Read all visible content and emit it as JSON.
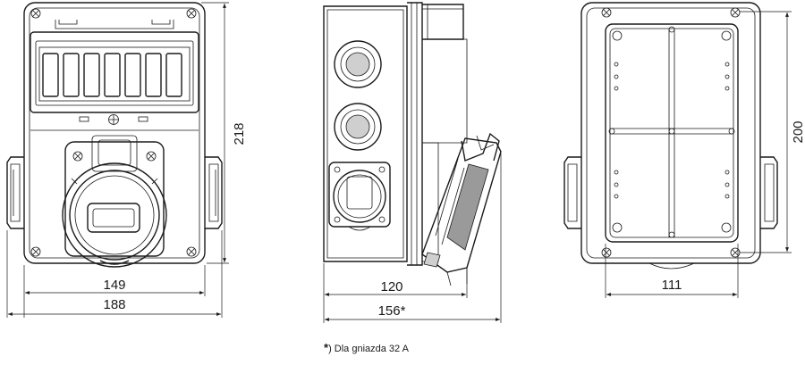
{
  "dimensions": {
    "front_height": "218",
    "front_inner_width": "149",
    "front_total_width": "188",
    "side_depth": "120",
    "side_total_depth": "156*",
    "rear_height": "200",
    "rear_width": "111"
  },
  "footnote": {
    "marker": "*",
    "text": ") Dla gniazda 32 A"
  }
}
